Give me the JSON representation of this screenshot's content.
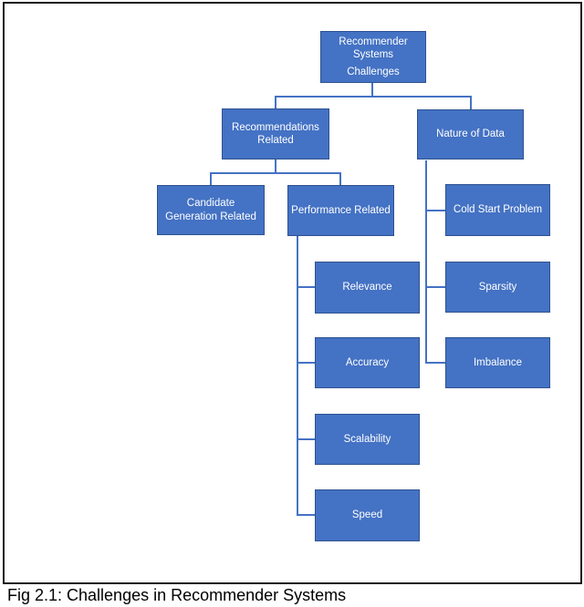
{
  "figure": {
    "caption": "Fig 2.1: Challenges in Recommender Systems"
  },
  "colors": {
    "node_fill": "#4472C4",
    "node_border": "#2F528F",
    "node_text": "#FFFFFF",
    "connector": "#4472C4",
    "frame_border": "#1A1A1A"
  },
  "diagram": {
    "type": "hierarchy-tree",
    "nodes": {
      "root": {
        "label": "Recommender Systems Challenges",
        "lines": [
          "Recommender Systems",
          "Challenges"
        ]
      },
      "recommendations_related": {
        "label": "Recommendations Related"
      },
      "nature_of_data": {
        "label": "Nature of Data"
      },
      "candidate_generation_related": {
        "label": "Candidate Generation Related"
      },
      "performance_related": {
        "label": "Performance Related"
      },
      "relevance": {
        "label": "Relevance"
      },
      "accuracy": {
        "label": "Accuracy"
      },
      "scalability": {
        "label": "Scalability"
      },
      "speed": {
        "label": "Speed"
      },
      "cold_start_problem": {
        "label": "Cold Start Problem"
      },
      "sparsity": {
        "label": "Sparsity"
      },
      "imbalance": {
        "label": "Imbalance"
      }
    },
    "structure": {
      "root": [
        "recommendations_related",
        "nature_of_data"
      ],
      "recommendations_related": [
        "candidate_generation_related",
        "performance_related"
      ],
      "performance_related": [
        "relevance",
        "accuracy",
        "scalability",
        "speed"
      ],
      "nature_of_data": [
        "cold_start_problem",
        "sparsity",
        "imbalance"
      ]
    }
  }
}
